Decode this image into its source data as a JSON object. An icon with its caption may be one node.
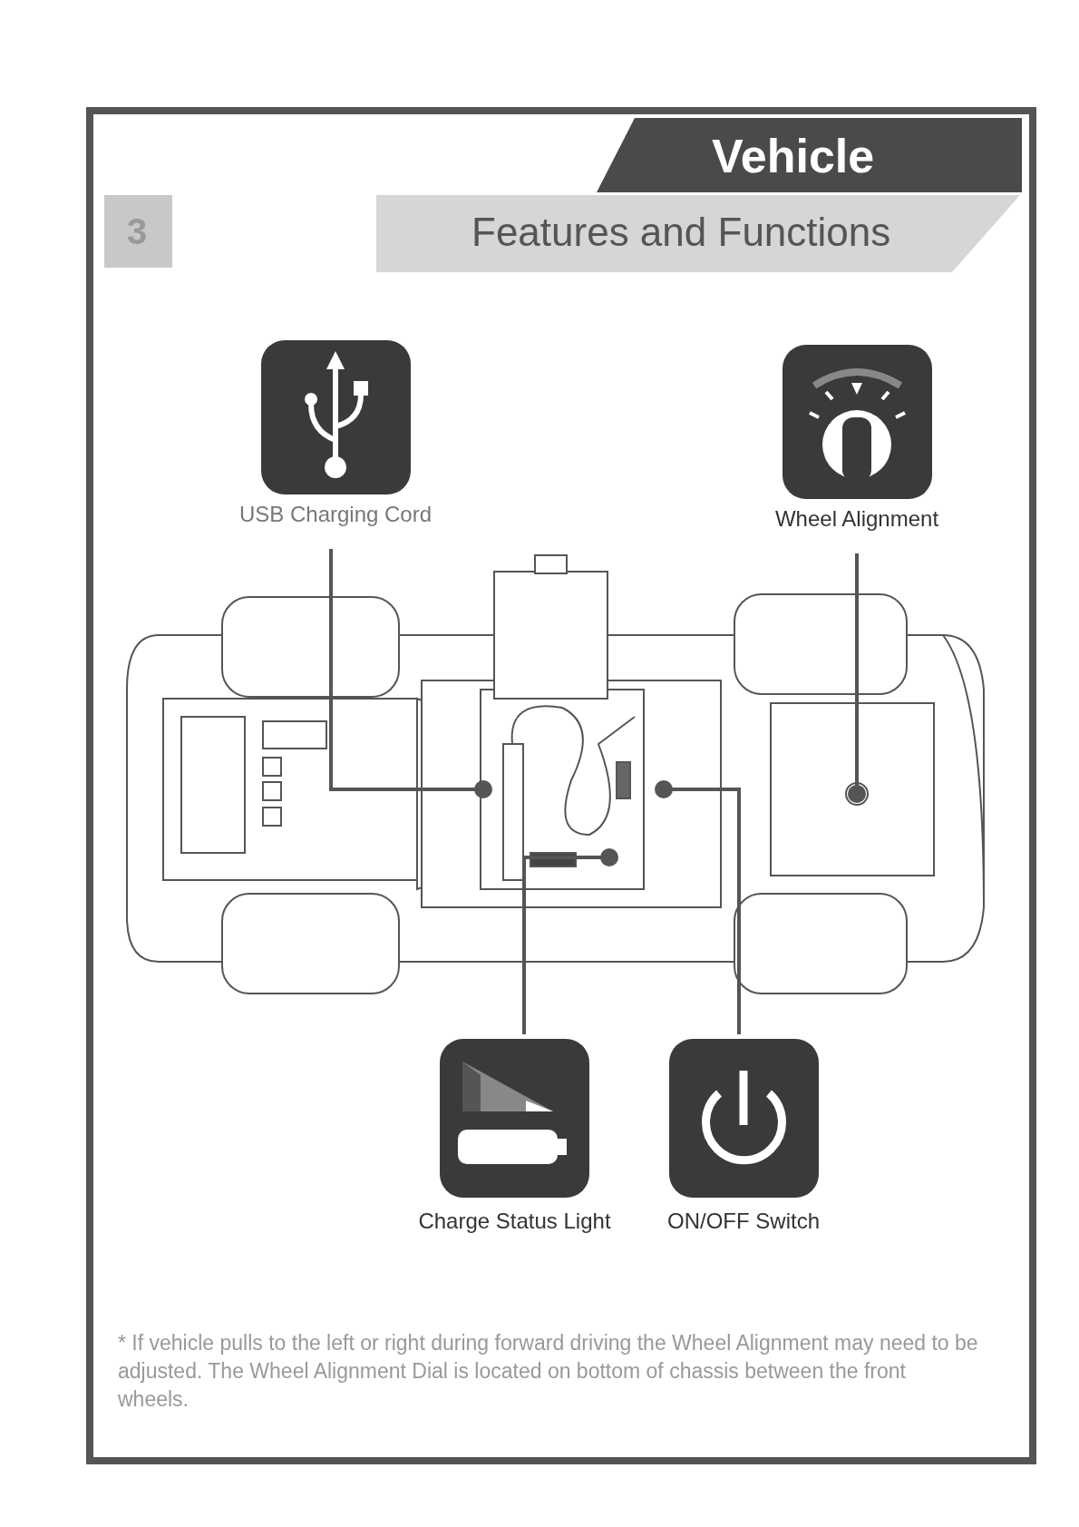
{
  "diagram": {
    "title": "Vehicle",
    "nodes": [
      {
        "text": [
          "USB Charging Cord"
        ]
      },
      {
        "text": [
          "Wheel Alignment"
        ]
      },
      {
        "text": [
          "Charge Status Light"
        ]
      },
      {
        "text": [
          "ON/OFF Switch"
        ]
      }
    ],
    "edges": [
      {
        "from": 0,
        "to": null,
        "arrow": "other"
      },
      {
        "from": 1,
        "to": null,
        "arrow": "other"
      },
      {
        "from": 2,
        "to": null,
        "arrow": "other"
      },
      {
        "from": 3,
        "to": null,
        "arrow": "other"
      }
    ],
    "labels": [
      "3",
      "Features and Functions"
    ],
    "caption": "* If vehicle pulls to the left or right during forward driving the Wheel Alignment may need to be adjusted. The Wheel Alignment Dial is located on bottom of chassis between the front wheels."
  }
}
